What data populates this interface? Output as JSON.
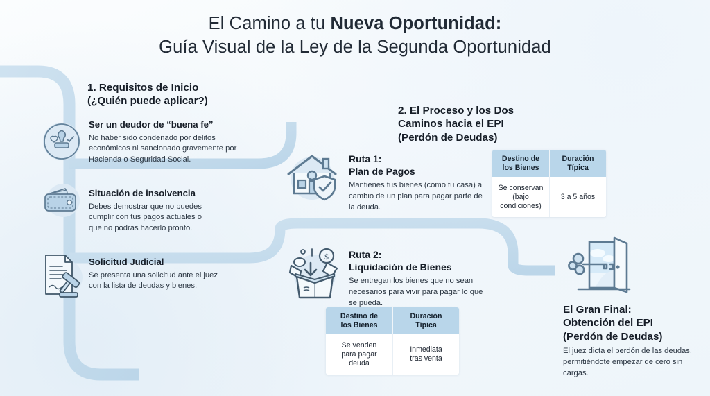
{
  "title": {
    "line1_plain": "El Camino a tu ",
    "line1_bold": "Nueva Oportunidad:",
    "line2": "Guía Visual de la Ley de la Segunda Oportunidad"
  },
  "section1": {
    "heading": "1. Requisitos de Inicio\n(¿Quién puede aplicar?)",
    "items": [
      {
        "icon": "stamp-seal-icon",
        "title": "Ser un deudor de “buena fe”",
        "body": "No haber sido condenado por delitos económicos ni sancionado gravemente por Hacienda o Seguridad Social."
      },
      {
        "icon": "wallet-icon",
        "title": "Situación de insolvencia",
        "body": "Debes demostrar que no puedes cumplir con tus pagos actuales o que no podrás hacerlo pronto."
      },
      {
        "icon": "document-gavel-icon",
        "title": "Solicitud Judicial",
        "body": "Se presenta una solicitud ante el juez con la lista de deudas y bienes."
      }
    ]
  },
  "section2": {
    "heading": "2. El Proceso y los Dos\nCaminos hacia el EPI\n(Perdón de Deudas)",
    "routes": [
      {
        "icon": "house-shield-icon",
        "title": "Ruta 1:\nPlan de Pagos",
        "body": "Mantienes tus bienes (como tu casa) a cambio de un plan para pagar parte de la deuda.",
        "table": {
          "headers": [
            "Destino de\nlos Bienes",
            "Duración\nTípica"
          ],
          "row": [
            "Se conservan\n(bajo\ncondiciones)",
            "3 a 5 años"
          ]
        }
      },
      {
        "icon": "open-box-money-icon",
        "title": "Ruta 2:\nLiquidación de Bienes",
        "body": "Se entregan los bienes que no sean necesarios para vivir para pagar lo que se pueda.",
        "table": {
          "headers": [
            "Destino de\nlos Bienes",
            "Duración\nTípica"
          ],
          "row": [
            "Se venden\npara pagar\ndeuda",
            "Inmediata\ntras venta"
          ]
        }
      }
    ]
  },
  "final": {
    "icon": "open-door-key-icon",
    "heading": "El Gran Final:\nObtención del EPI\n(Perdón de Deudas)",
    "body": "El juez dicta el perdón de las deudas, permitiéndote empezar de cero sin cargas."
  },
  "colors": {
    "background": "#f4f8fb",
    "path_band": "#c3daea",
    "table_header": "#b9d6ea",
    "table_cell": "#ffffff",
    "text_dark": "#161d27",
    "icon_stroke": "#5d7a92",
    "icon_fill": "#c3d9e9"
  }
}
